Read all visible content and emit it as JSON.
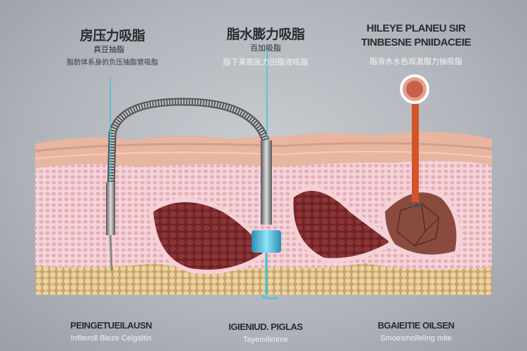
{
  "labels": {
    "left": {
      "title": "房压力吸脂",
      "subtitle": "真豆抽脂",
      "caption": "脂肪体系身的负压抽脂管吸脂"
    },
    "middle": {
      "title": "脂水膨力吸脂",
      "subtitle": "百加吸脂",
      "caption": "脂下乘膨胀力田脂液吸脂"
    },
    "right": {
      "title": "HILEYE PLANEU SIR",
      "subtitle": "TINBESNE PNIIDACEIE",
      "caption": "脂液水水色观激脂力抽吸脂"
    }
  },
  "bottom_labels": [
    {
      "title": "PEINGETUEILAUSN",
      "caption": "Infiteroll Bieze Celgaltin"
    },
    {
      "title": "IGIENIUD. PIGLAS",
      "caption": "Tayemilimme"
    },
    {
      "title": "BGAIEITIE OILSEN",
      "caption": "Smoesmolleling mite"
    }
  ],
  "colors": {
    "skin_top": "#e9b7a2",
    "tissue": "#f1cfd3",
    "pocket": "#7a2a2c",
    "fat": "#e7c996",
    "fluid": "#4fc3e6",
    "laser": "#d3542a"
  }
}
